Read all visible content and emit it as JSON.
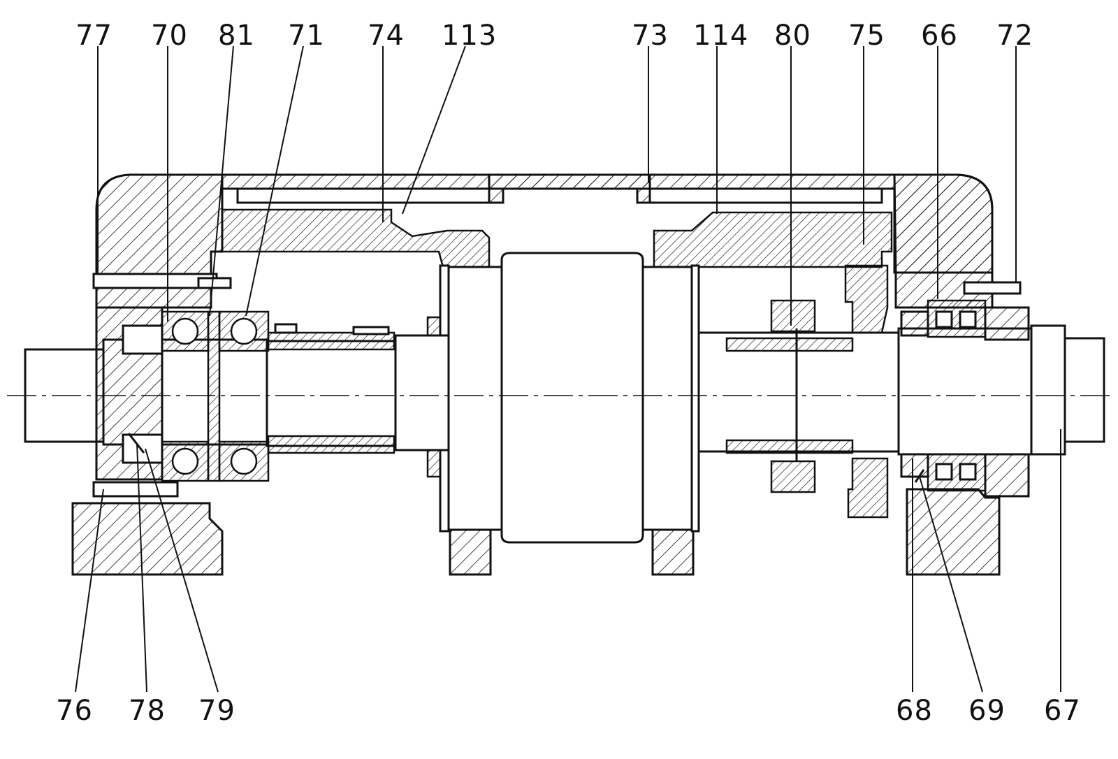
{
  "diagram": {
    "top_labels": [
      "77",
      "70",
      "81",
      "71",
      "74",
      "113",
      "73",
      "114",
      "80",
      "75",
      "66",
      "72"
    ],
    "bottom_labels": [
      "76",
      "78",
      "79",
      "68",
      "69",
      "67"
    ]
  }
}
